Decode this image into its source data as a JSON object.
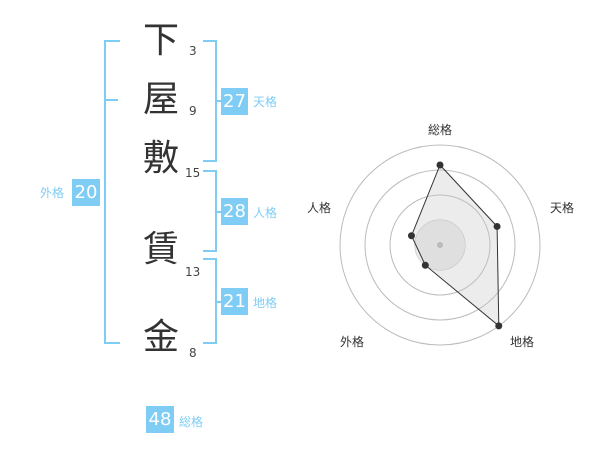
{
  "name_chars": [
    {
      "char": "下",
      "strokes": "3"
    },
    {
      "char": "屋",
      "strokes": "9"
    },
    {
      "char": "敷",
      "strokes": "15"
    },
    {
      "char": "賃",
      "strokes": "13"
    },
    {
      "char": "金",
      "strokes": "8"
    }
  ],
  "fortunes": {
    "tenkaku": {
      "value": "27",
      "label": "天格"
    },
    "jinkaku": {
      "value": "28",
      "label": "人格"
    },
    "chikaku": {
      "value": "21",
      "label": "地格"
    },
    "gaikaku": {
      "value": "20",
      "label": "外格"
    },
    "soukaku": {
      "value": "48",
      "label": "総格"
    }
  },
  "colors": {
    "accent": "#7fcdf5",
    "text": "#333333"
  },
  "chart_data": {
    "type": "radar",
    "axes": [
      "総格",
      "天格",
      "地格",
      "外格",
      "人格"
    ],
    "values": [
      0.8,
      0.6,
      1.0,
      0.25,
      0.3
    ],
    "rings": 4
  }
}
